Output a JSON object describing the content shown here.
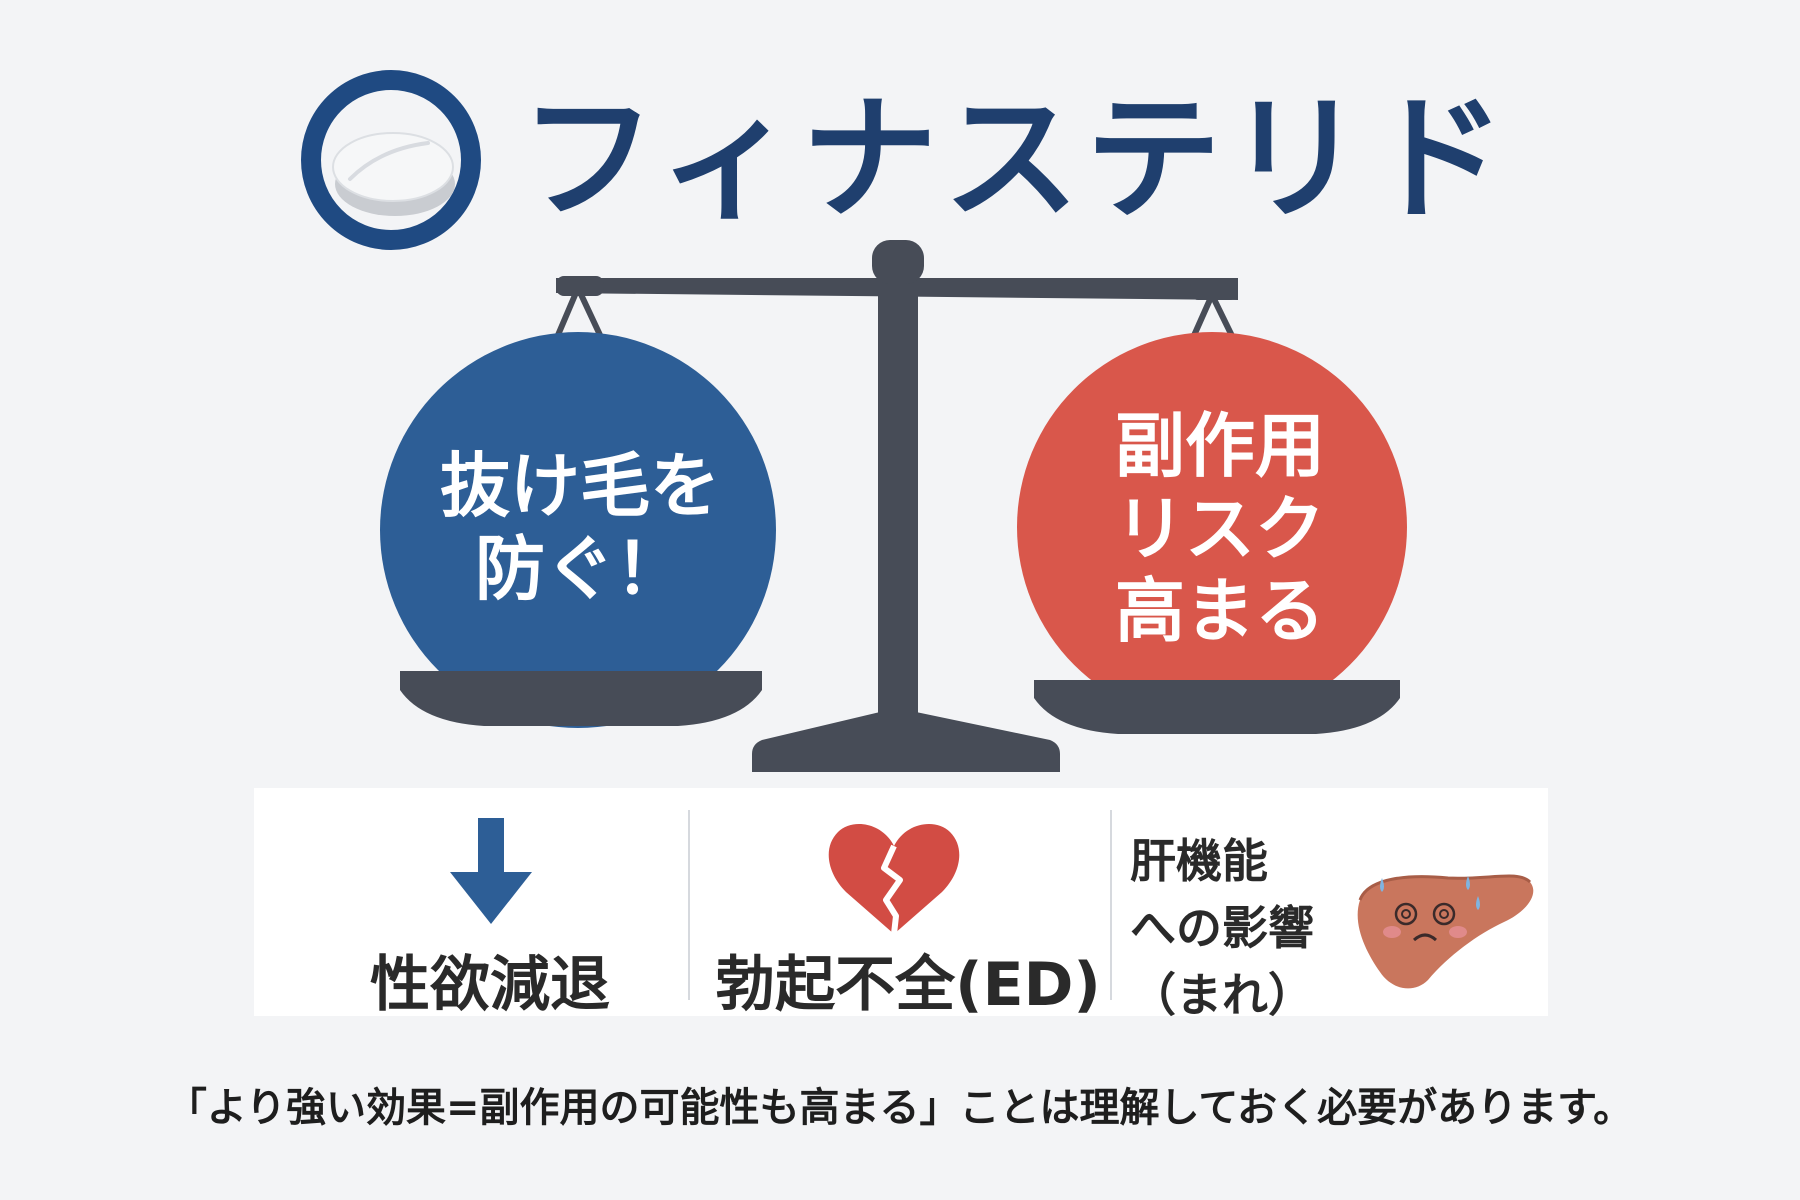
{
  "title": "フィナステリド",
  "left_ball": {
    "lines": [
      "抜け毛を",
      "防ぐ！"
    ],
    "color": "#2d5e96"
  },
  "right_ball": {
    "lines": [
      "副作用",
      "リスク",
      "高まる"
    ],
    "color": "#d9574b"
  },
  "scale_color": "#474c57",
  "side_effects": [
    {
      "label": "性欲減退",
      "icon": "down-arrow-icon"
    },
    {
      "label": "勃起不全(ED)",
      "icon": "broken-heart-icon"
    },
    {
      "lines": [
        "肝機能",
        "への影響",
        "（まれ）"
      ],
      "icon": "dizzy-liver-icon"
    }
  ],
  "footnote": "「より強い効果=副作用の可能性も高まる」ことは理解しておく必要があります。"
}
